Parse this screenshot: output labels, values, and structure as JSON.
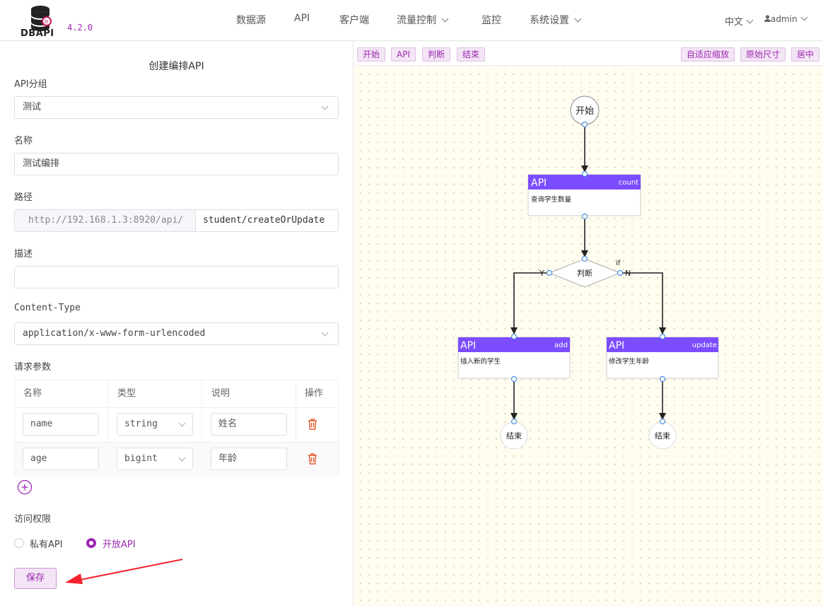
{
  "app": {
    "logo_text": "DBAPI",
    "version": "4.2.0"
  },
  "nav": {
    "items": [
      {
        "label": "数据源"
      },
      {
        "label": "API"
      },
      {
        "label": "客户端"
      },
      {
        "label": "流量控制"
      },
      {
        "label": "监控"
      },
      {
        "label": "系统设置"
      }
    ],
    "lang": "中文",
    "user": "admin"
  },
  "form": {
    "title": "创建编排API",
    "group_label": "API分组",
    "group_value": "测试",
    "name_label": "名称",
    "name_value": "测试编排",
    "path_label": "路径",
    "path_prefix": "http://192.168.1.3:8920/api/",
    "path_value": "student/createOrUpdate",
    "desc_label": "描述",
    "desc_value": "",
    "ctype_label": "Content-Type",
    "ctype_value": "application/x-www-form-urlencoded",
    "params_label": "请求参数",
    "params_headers": [
      "名称",
      "类型",
      "说明",
      "操作"
    ],
    "params_rows": [
      {
        "name": "name",
        "type": "string",
        "desc": "姓名"
      },
      {
        "name": "age",
        "type": "bigint",
        "desc": "年龄"
      }
    ],
    "access_label": "访问权限",
    "access_options": [
      "私有API",
      "开放API"
    ],
    "access_selected": "开放API",
    "save_label": "保存"
  },
  "canvas": {
    "toolbar_left": [
      "开始",
      "API",
      "判断",
      "结束"
    ],
    "toolbar_right": [
      "自适应缩放",
      "原始尺寸",
      "居中"
    ],
    "nodes": {
      "start": "开始",
      "api_count": {
        "type": "API",
        "tag": "count",
        "desc": "查询学生数量"
      },
      "judge": "判断",
      "judge_tag": "if",
      "yes_label": "Y",
      "no_label": "N",
      "api_add": {
        "type": "API",
        "tag": "add",
        "desc": "插入新的学生"
      },
      "api_update": {
        "type": "API",
        "tag": "update",
        "desc": "修改学生年龄"
      },
      "end1": "结束",
      "end2": "结束"
    }
  },
  "colors": {
    "accent": "#9c27b0",
    "node_header": "#7c4dff",
    "arrow": "#f5222d",
    "delete": "#e6562b"
  },
  "icons": [
    "database-logo-icon",
    "chevron-down-icon",
    "user-icon",
    "trash-icon",
    "plus-circle-icon",
    "arrow-annotation-icon"
  ]
}
